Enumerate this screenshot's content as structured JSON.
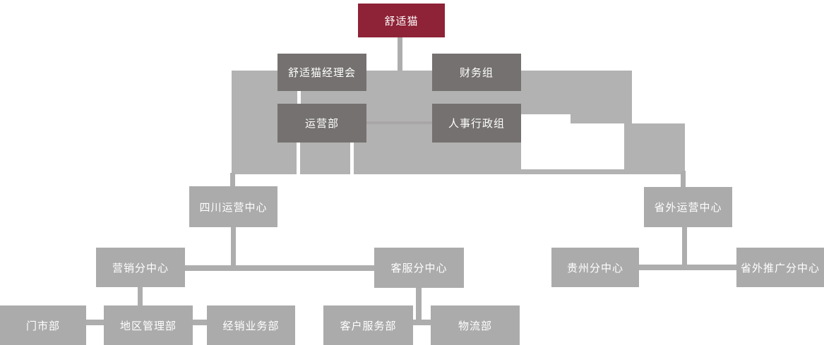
{
  "nodes": {
    "root": {
      "label": "舒适猫"
    },
    "manager_council": {
      "label": "舒适猫经理会"
    },
    "finance": {
      "label": "财务组"
    },
    "operations": {
      "label": "运营部"
    },
    "hr_admin": {
      "label": "人事行政组"
    },
    "sichuan_center": {
      "label": "四川运营中心"
    },
    "outer_center": {
      "label": "省外运营中心"
    },
    "marketing_branch": {
      "label": "营销分中心"
    },
    "service_branch": {
      "label": "客服分中心"
    },
    "guizhou_branch": {
      "label": "贵州分中心"
    },
    "outer_promo_branch": {
      "label": "省外推广分中心"
    },
    "store_dept": {
      "label": "门市部"
    },
    "region_mgmt_dept": {
      "label": "地区管理部"
    },
    "distribution_dept": {
      "label": "经销业务部"
    },
    "customer_service_dept": {
      "label": "客户服务部"
    },
    "logistics_dept": {
      "label": "物流部"
    }
  },
  "hierarchy": {
    "root_children": [
      "舒适猫经理会",
      "财务组"
    ],
    "manager_council_child": "运营部",
    "sichuan_center_children": [
      "营销分中心",
      "客服分中心"
    ],
    "outer_center_children": [
      "贵州分中心",
      "省外推广分中心"
    ],
    "marketing_branch_children": [
      "门市部",
      "地区管理部",
      "经销业务部"
    ],
    "service_branch_children": [
      "客户服务部",
      "物流部"
    ]
  },
  "colors": {
    "root_bg": "#8E2236",
    "dept_bg": "#757170",
    "center_bg": "#ACABAB",
    "band": "#B3B2B2",
    "connector": "#AEADAD",
    "connector_faint": "#A8A6A6",
    "text": "#FFFFFF"
  }
}
